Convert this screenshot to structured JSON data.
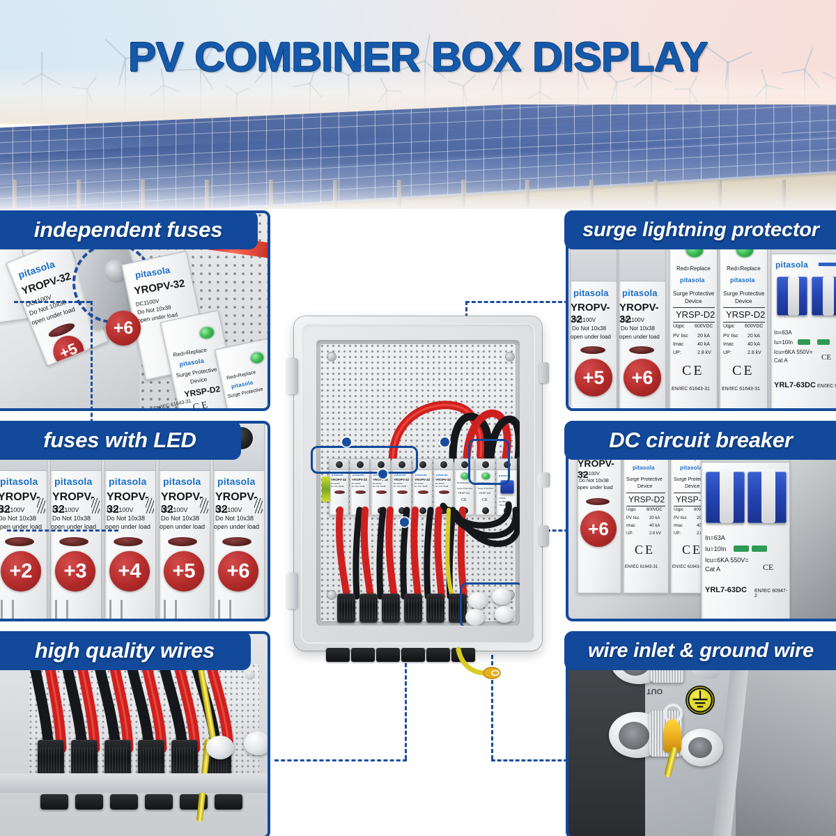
{
  "title": "PV COMBINER BOX DISPLAY",
  "theme": {
    "banner_blue": "#12499b",
    "title_blue": "#1559aa",
    "dash_blue": "#1b4d9e",
    "badge_red": "#b32b2b",
    "led_green": "#3fbf55",
    "wire_red": "#e02626",
    "wire_black": "#1a1c1f",
    "wire_yellow": "#e8d72a"
  },
  "panels": [
    {
      "id": "independent-fuses",
      "caption": "independent fuses",
      "position": "top-left"
    },
    {
      "id": "surge-lightning",
      "caption": "surge lightning protector",
      "position": "top-right"
    },
    {
      "id": "fuses-with-led",
      "caption": "fuses with LED",
      "position": "middle-left"
    },
    {
      "id": "dc-circuit-breaker",
      "caption": "DC circuit breaker",
      "position": "middle-right"
    },
    {
      "id": "high-quality-wires",
      "caption": "high quality wires",
      "position": "bottom-left"
    },
    {
      "id": "wire-inlet-ground-wire",
      "caption": "wire inlet & ground wire",
      "position": "bottom-right"
    }
  ],
  "fuse_module": {
    "brand": "pitasola",
    "model": "YROPV-32",
    "voltage": "DC1100V",
    "line2": "Do Not  10x38",
    "line3": "open under load"
  },
  "fuse_badges": [
    "+2",
    "+3",
    "+4",
    "+5",
    "+6"
  ],
  "fuse_badges_top_left": [
    "+5",
    "+6"
  ],
  "spd_module": {
    "status": "Red=Replace",
    "brand": "pitasola",
    "title_line1": "Surge Protective",
    "title_line2": "Device",
    "model": "YRSP-D2",
    "spec_uqpc_label": "Uqpc",
    "spec_uqpc_value": "600VDC",
    "spec_iisc_label": "PV Iisc",
    "spec_iisc_value": "20 kA",
    "spec_imax_label": "Imac",
    "spec_imax_value": "40 kA",
    "spec_up_label": "UP:",
    "spec_up_value": "2.8 kV",
    "ce": "CE",
    "standard": "EN/IEC 61643-31"
  },
  "breaker_module": {
    "brand": "pitasola",
    "rating_in": "In=63A",
    "rating_iu": "Iu=10In",
    "rating_icu": "Icu=6KA 550V=",
    "cat": "Cat A",
    "model": "YRL7-63DC",
    "standard": "EN/IEC 60947-2",
    "terminal_out": "OUT",
    "terminal_plus": "+",
    "terminal_minus": "—"
  },
  "center_product": {
    "name": "pv-combiner-box",
    "string_count": 6,
    "mc4_connector_count": 6,
    "gland_count": 4
  },
  "inlet_panel": {
    "gland_label": "OUT",
    "ground_symbol": "earth-ground-symbol"
  }
}
